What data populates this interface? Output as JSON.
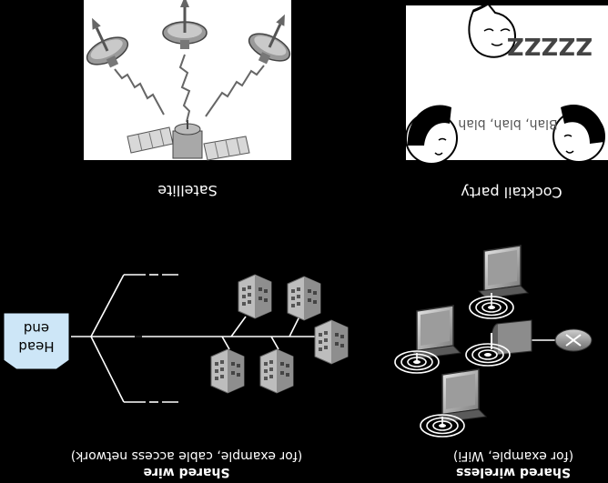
{
  "panels": {
    "satellite": {
      "caption": "Satellite"
    },
    "cocktail": {
      "caption": "Cocktail party",
      "sleep_text": "ZZZZZ",
      "speech_text": "Blah, blah, blah"
    },
    "shared_wire": {
      "caption_main": "Shared wire",
      "caption_sub": "(for example, cable access network)",
      "head_end_line1": "Head",
      "head_end_line2": "end"
    },
    "shared_wireless": {
      "caption_main": "Shared wireless",
      "caption_sub": "(for example, WiFi)"
    }
  },
  "presentation": {
    "mirrored_horizontal": true,
    "mirrored_vertical": true
  },
  "colors": {
    "background": "#000000",
    "panel_white": "#ffffff",
    "head_end_fill": "#cde6f7",
    "device_gray": "#8c8c8c",
    "wire": "#ffffff"
  }
}
